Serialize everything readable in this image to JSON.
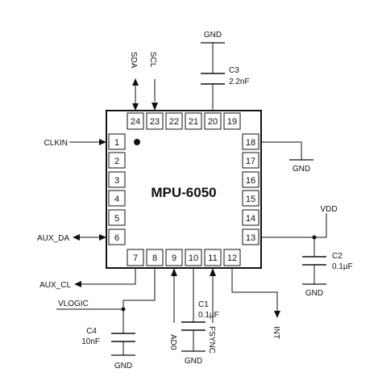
{
  "chip": {
    "name": "MPU-6050",
    "pins_left": [
      "1",
      "2",
      "3",
      "4",
      "5",
      "6"
    ],
    "pins_bottom": [
      "7",
      "8",
      "9",
      "10",
      "11",
      "12"
    ],
    "pins_right": [
      "18",
      "17",
      "16",
      "15",
      "14",
      "13"
    ],
    "pins_top": [
      "24",
      "23",
      "22",
      "21",
      "20",
      "19"
    ]
  },
  "signals": {
    "sda": "SDA",
    "scl": "SCL",
    "clkin": "CLKIN",
    "aux_da": "AUX_DA",
    "aux_cl": "AUX_CL",
    "vlogic": "VLOGIC",
    "ad0": "AD0",
    "fsync": "FSYNC",
    "int": "INT",
    "vdd": "VDD"
  },
  "components": {
    "c1_name": "C1",
    "c1_value": "0.1µF",
    "c2_name": "C2",
    "c2_value": "0.1µF",
    "c3_name": "C3",
    "c3_value": "2.2nF",
    "c4_name": "C4",
    "c4_value": "10nF"
  },
  "grounds": {
    "top": "GND",
    "pin18": "GND",
    "c2": "GND",
    "c1": "GND",
    "c4": "GND"
  }
}
